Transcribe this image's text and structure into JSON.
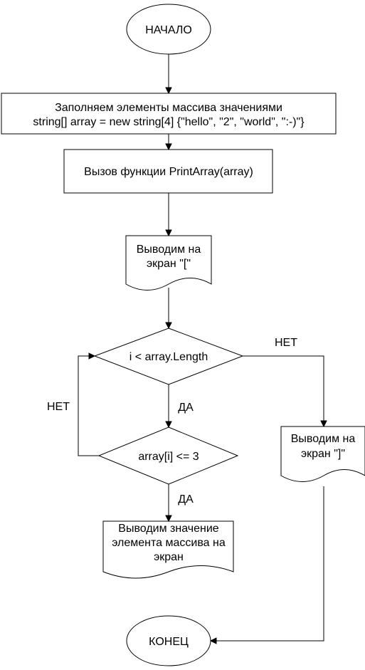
{
  "diagram": {
    "nodes": {
      "start": {
        "lines": [
          "НАЧАЛО"
        ]
      },
      "fill_array": {
        "lines": [
          "Заполняем элементы массива значениями",
          "string[] array = new string[4] {\"hello\", \"2\", \"world\", \":-)\"}"
        ]
      },
      "call_function": {
        "lines": [
          "Вызов функции PrintArray(array)"
        ]
      },
      "print_open": {
        "lines": [
          "Выводим на",
          "экран \"[\""
        ]
      },
      "loop_condition": {
        "lines": [
          "i < array.Length"
        ]
      },
      "length_check": {
        "lines": [
          "array[i] <= 3"
        ]
      },
      "print_element": {
        "lines": [
          "Выводим значение",
          "элемента массива на",
          "экран"
        ]
      },
      "print_close": {
        "lines": [
          "Выводим на",
          "экран \"]\""
        ]
      },
      "end": {
        "lines": [
          "КОНЕЦ"
        ]
      }
    },
    "edge_labels": {
      "loop_no": "НЕТ",
      "loop_yes": "ДА",
      "check_yes": "ДА",
      "check_no": "НЕТ"
    }
  }
}
